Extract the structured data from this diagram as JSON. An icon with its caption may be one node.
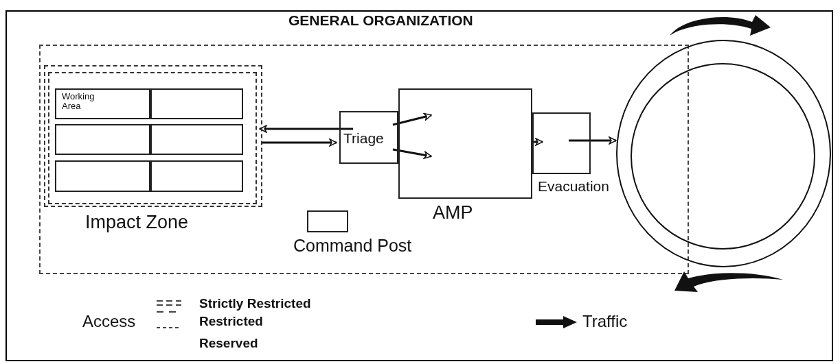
{
  "diagram": {
    "title": "GENERAL ORGANIZATION",
    "nodes": [
      {
        "text": [],
        "shape": "box"
      },
      {
        "text": [
          "Impact Zone"
        ],
        "in": 0
      },
      {
        "text": [
          "Working Area"
        ],
        "in": 1
      },
      {
        "text": [],
        "shape": "box",
        "in": 1
      },
      {
        "text": [],
        "shape": "box",
        "in": 1
      },
      {
        "text": [],
        "shape": "box",
        "in": 1
      },
      {
        "text": [],
        "shape": "box",
        "in": 1
      },
      {
        "text": [],
        "shape": "box",
        "in": 1
      },
      {
        "text": [
          "Triage"
        ],
        "in": 0
      },
      {
        "text": [
          "AMP"
        ],
        "in": 0
      },
      {
        "text": [
          "Evacuation"
        ],
        "in": 0
      },
      {
        "text": [
          "Command Post"
        ],
        "in": 0
      },
      {
        "text": [],
        "shape": "circle"
      }
    ],
    "edges": [
      {
        "from": 8,
        "to": 1,
        "arrow": "to"
      },
      {
        "from": 1,
        "to": 8,
        "arrow": "to"
      },
      {
        "from": 8,
        "to": 9,
        "arrow": "to"
      },
      {
        "from": 8,
        "to": 9,
        "arrow": "to"
      },
      {
        "from": 9,
        "to": 10,
        "arrow": "to"
      },
      {
        "from": 10,
        "to": 12,
        "arrow": "to"
      }
    ],
    "labels": [
      "Access"
    ],
    "legend": [
      {
        "text": "Strictly Restricted"
      },
      {
        "text": "Restricted"
      },
      {
        "text": "Reserved"
      },
      {
        "text": "Traffic"
      }
    ]
  }
}
